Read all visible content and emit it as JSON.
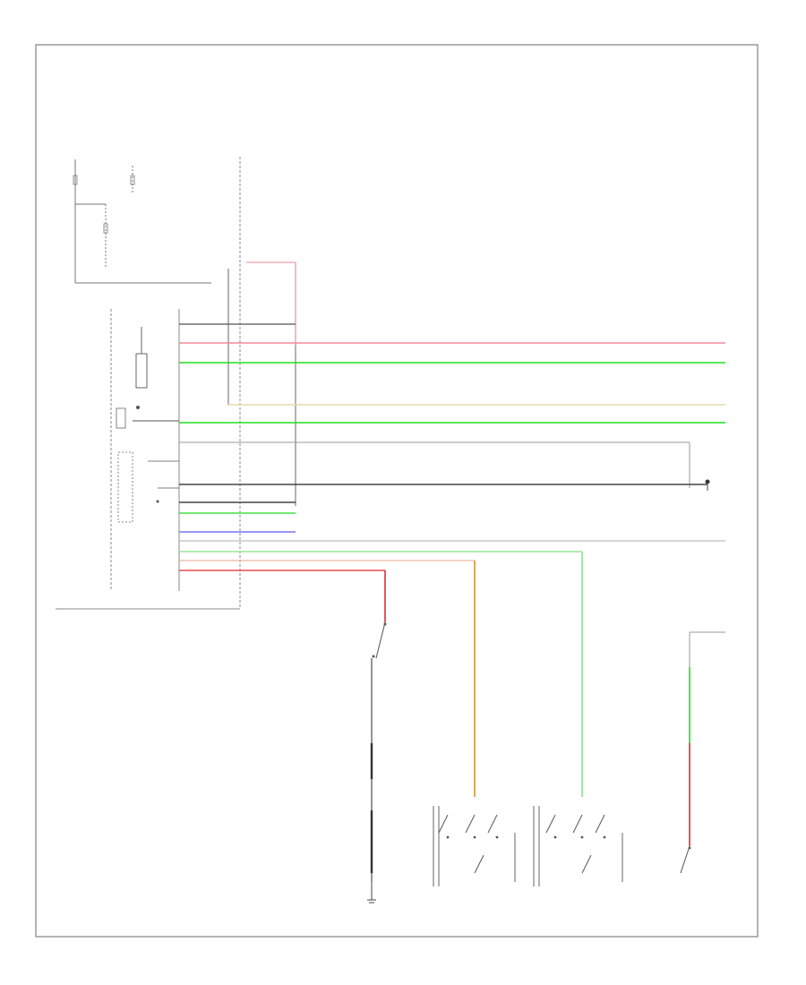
{
  "diagram": {
    "footer_code": "",
    "colors": {
      "frame": "#9a9a9a",
      "wire_black": "#333333",
      "wire_pink": "#f08a9a",
      "wire_green": "#22dd22",
      "wire_lightgreen": "#99e699",
      "wire_tan": "#e8d9a8",
      "wire_gray": "#bdbdbd",
      "wire_blue": "#7777ee",
      "wire_red": "#e22a2a",
      "wire_orange": "#d4a043"
    },
    "components": [
      {
        "id": "fuse-block",
        "icon": "fuse-icon",
        "label": ""
      },
      {
        "id": "control-module",
        "icon": "module-box",
        "label": ""
      },
      {
        "id": "door-switch",
        "icon": "switch-icon",
        "label": ""
      },
      {
        "id": "right-switch-group",
        "icon": "switch-icon",
        "label": ""
      },
      {
        "id": "left-switch-group",
        "icon": "switch-icon",
        "label": ""
      },
      {
        "id": "passenger-switch",
        "icon": "switch-icon",
        "label": ""
      },
      {
        "id": "ground-1",
        "icon": "ground-icon",
        "label": ""
      },
      {
        "id": "ground-2",
        "icon": "ground-icon",
        "label": ""
      }
    ]
  }
}
